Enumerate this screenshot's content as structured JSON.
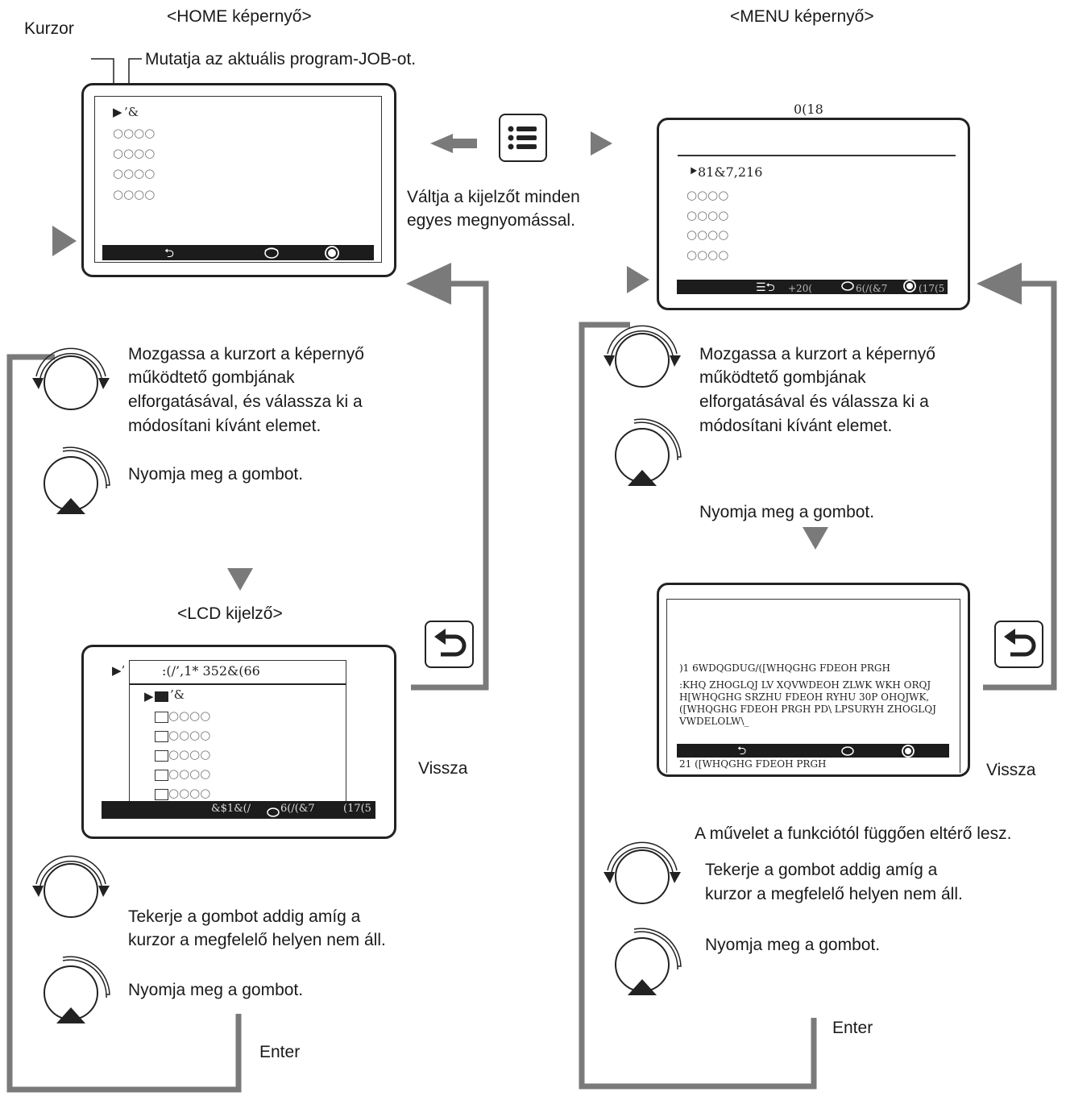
{
  "labels": {
    "cursor": "Kurzor",
    "home_title": "<HOME képernyő>",
    "menu_title": "<MENU képernyő>",
    "job_indicator": "Mutatja az aktuális program-JOB-ot.",
    "switch_desc_line1": "Váltja a kijelzőt minden",
    "switch_desc_line2": "egyes megnyomással.",
    "lcd_title": "<LCD kijelző>",
    "back_left": "Vissza",
    "back_right": "Vissza",
    "enter_left": "Enter",
    "enter_right": "Enter",
    "func_note": "A művelet a funkciótól függően eltérő lesz."
  },
  "left_steps": {
    "turn_line1": "Mozgassa a kurzort a képernyő",
    "turn_line2": "működtető gombjának",
    "turn_line3": "elforgatásával, és válassza ki a",
    "turn_line4": "módosítani kívánt elemet.",
    "press": "Nyomja meg a gombot.",
    "turn2_line1": "Tekerje a gombot addig amíg a",
    "turn2_line2": "kurzor a megfelelő helyen nem áll.",
    "press2": "Nyomja meg a gombot."
  },
  "right_steps": {
    "turn_line1": "Mozgassa a kurzort a képernyő",
    "turn_line2": "működtető gombjának",
    "turn_line3": "elforgatásával és válassza ki a",
    "turn_line4": "módosítani kívánt elemet.",
    "press": "Nyomja meg a gombot.",
    "turn2_line1": "Tekerje a gombot addig amíg a",
    "turn2_line2": "kurzor a megfelelő helyen nem áll.",
    "press2": "Nyomja meg a gombot."
  },
  "home_screen": {
    "job_text": "’&",
    "rows": [
      "○○○○",
      "○○○○",
      "○○○○",
      "○○○○"
    ]
  },
  "menu_screen": {
    "header": "0(18",
    "first_item": "81&7,216",
    "rows": [
      "○○○○",
      "○○○○",
      "○○○○",
      "○○○○"
    ],
    "bar_text1": "+20(",
    "bar_text2": "6(/(&7",
    "bar_text3": "(17(5"
  },
  "lcd_screen": {
    "title_bar": ":(/’,1* 352&(66",
    "first_item": "’&",
    "rows": [
      "○○○○",
      "○○○○",
      "○○○○",
      "○○○○",
      "○○○○"
    ],
    "bar_text1": "&$1&(/",
    "bar_text2": "6(/(&7",
    "bar_text3": "(17(5"
  },
  "detail_screen": {
    "line1": ")1 6WDQGDUG/([WHQGHG FDEOH PRGH",
    "line2": ":KHQ ZHOGLQJ LV XQVWDEOH ZLWK WKH ORQJ",
    "line3": "H[WHQGHG SRZHU FDEOH RYHU 30P OHQJWK,",
    "line4": "([WHQGHG FDEOH PRGH PD\\ LPSURYH ZHOGLQJ",
    "line5": "VWDELOLW\\_",
    "footer": "21    ([WHQGHG FDEOH PRGH"
  },
  "icons": {
    "menu_button": "list-menu-icon",
    "back_button": "return-arrow-icon",
    "knob_turn": "knob-rotate-icon",
    "knob_press": "knob-press-icon"
  },
  "colors": {
    "line": "#7a7a7a",
    "dark": "#1c1c1c"
  }
}
